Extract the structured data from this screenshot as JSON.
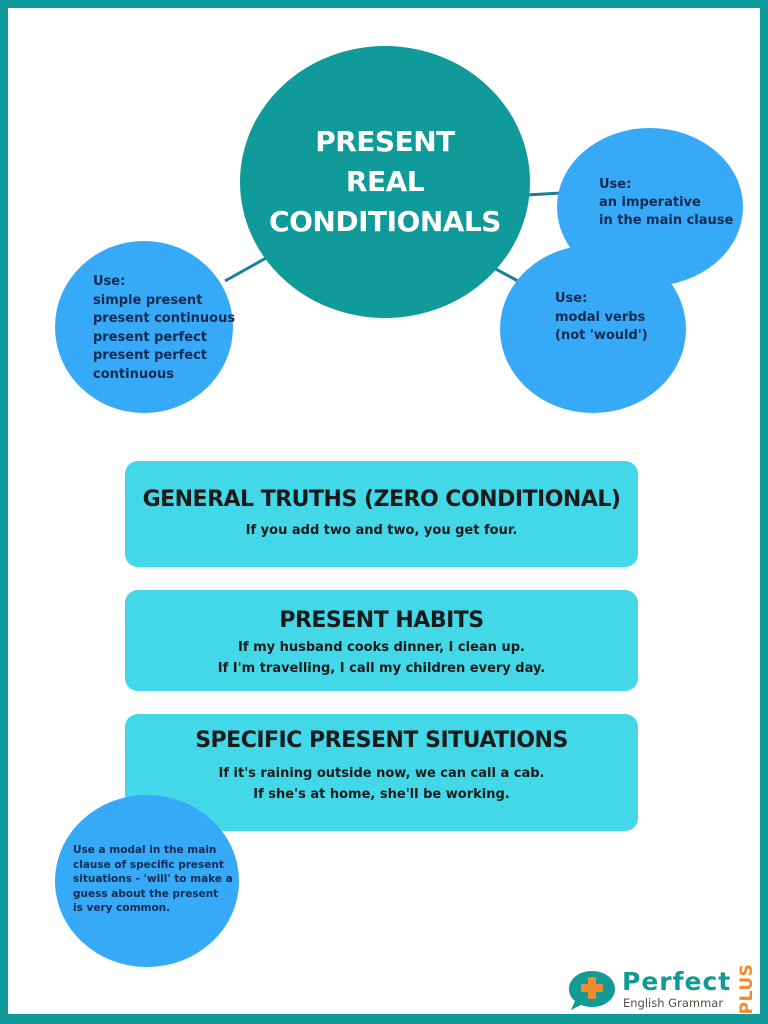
{
  "title": [
    "PRESENT",
    "REAL",
    "CONDITIONALS"
  ],
  "bubbles": {
    "left": [
      "Use:",
      "simple present",
      "present continuous",
      "present perfect",
      "present perfect",
      "continuous"
    ],
    "top_right": [
      "Use:",
      "an imperative",
      "in the main clause"
    ],
    "mid_right": [
      "Use:",
      "modal verbs",
      "(not 'would')"
    ],
    "bottom_note": [
      "Use a modal in the main",
      "clause of specific present",
      "situations - 'will' to make a",
      "guess about the present",
      "is very common."
    ]
  },
  "boxes": [
    {
      "heading": "GENERAL TRUTHS (ZERO CONDITIONAL)",
      "examples": [
        "If you add two and two, you get four."
      ]
    },
    {
      "heading": "PRESENT HABITS",
      "examples": [
        "If my husband cooks dinner, I clean up.",
        "If I'm travelling, I call my children  every day."
      ]
    },
    {
      "heading": "SPECIFIC PRESENT SITUATIONS",
      "examples": [
        "If it's raining outside now, we can call a cab.",
        "If she's at home, she'll be working."
      ]
    }
  ],
  "logo": {
    "word": "Perfect",
    "sub": "English Grammar",
    "badge": "PLUS"
  },
  "colors": {
    "border": "#0f9a9a",
    "main_circle": "#109a9a",
    "bubble": "#36aaf7",
    "box": "#42d8e8",
    "logo_accent": "#f28a2e"
  }
}
